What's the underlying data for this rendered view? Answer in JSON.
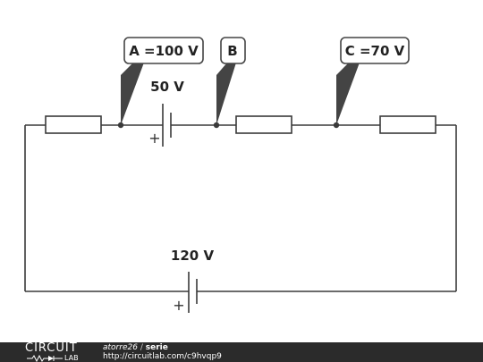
{
  "circuit": {
    "callouts": {
      "a": "A =100 V",
      "b": "B",
      "c": "C =70 V"
    },
    "batteries": {
      "top": {
        "voltage": "50 V",
        "polarity": "+"
      },
      "bottom": {
        "voltage": "120 V",
        "polarity": "+"
      }
    }
  },
  "footer": {
    "brand_top": "CIRCUIT",
    "brand_bottom": "LAB",
    "author": "atorre26",
    "separator": "/",
    "title": "serie",
    "url": "http://circuitlab.com/c9hvqp9"
  },
  "colors": {
    "wire": "#3a3a3a",
    "footer_bg": "#2b2b2b"
  }
}
